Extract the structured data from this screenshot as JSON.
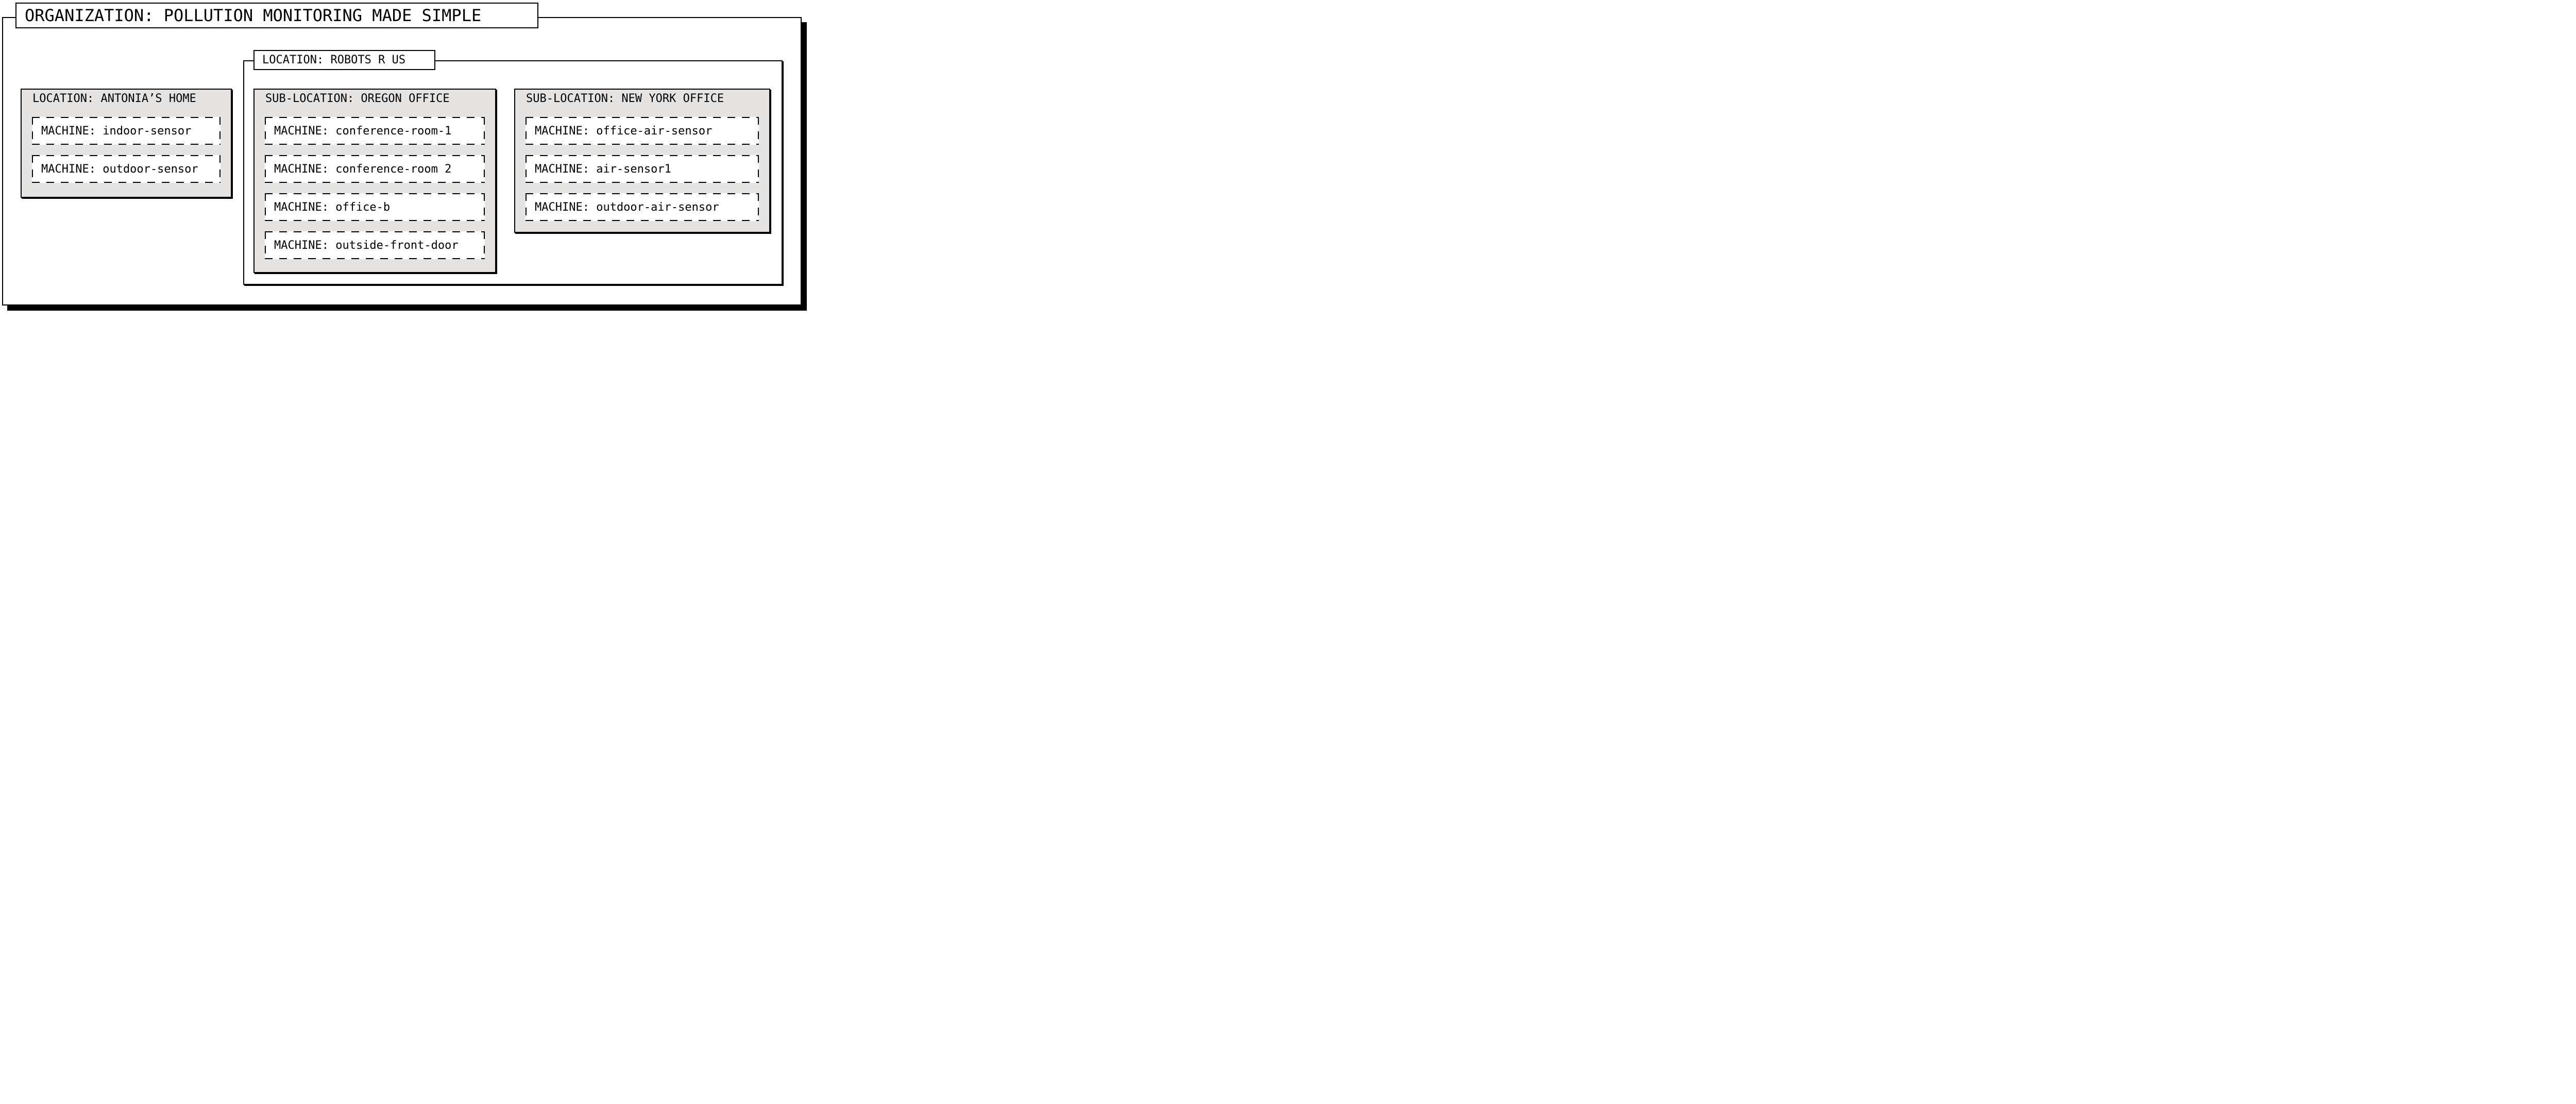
{
  "org": {
    "title": "ORGANIZATION: POLLUTION MONITORING MADE SIMPLE",
    "antonia": {
      "title": "LOCATION: ANTONIA’S HOME",
      "machines": [
        "MACHINE: indoor-sensor",
        "MACHINE: outdoor-sensor"
      ]
    },
    "robots": {
      "title": "LOCATION: ROBOTS R US",
      "oregon": {
        "title": "SUB-LOCATION: OREGON OFFICE",
        "machines": [
          "MACHINE: conference-room-1",
          "MACHINE: conference-room 2",
          "MACHINE: office-b",
          "MACHINE: outside-front-door"
        ]
      },
      "newyork": {
        "title": "SUB-LOCATION: NEW YORK OFFICE",
        "machines": [
          "MACHINE: office-air-sensor",
          "MACHINE: air-sensor1",
          "MACHINE: outdoor-air-sensor"
        ]
      }
    }
  },
  "colors": {
    "box_fill": "#e5e4e2",
    "border": "#000000",
    "background": "#ffffff"
  }
}
